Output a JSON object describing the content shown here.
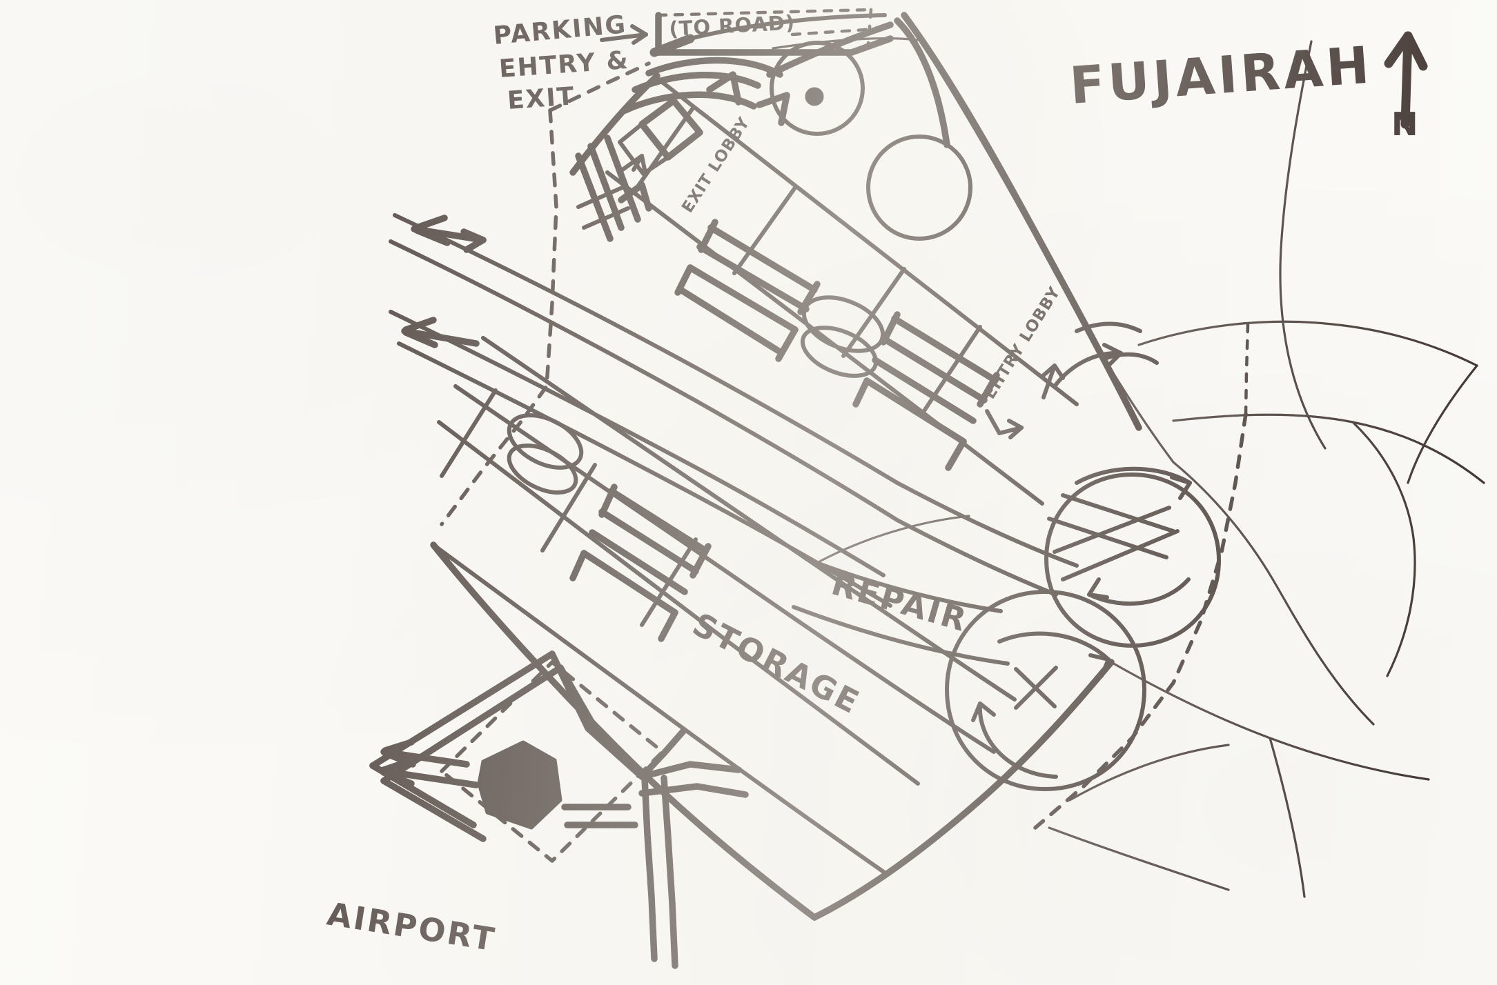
{
  "sheet": {
    "kind": "hand-drawn architectural site plan sketch",
    "ink_color": "#3a2e2a",
    "paper_color": "#fbfaf7"
  },
  "title": {
    "text": "FUJAIRAH"
  },
  "compass": {
    "label": "N",
    "direction": "up"
  },
  "annotations": {
    "parking_entry_exit": "PARKING\nEHTRY &\nEXIT",
    "parking_line1": "PARKING",
    "parking_line2": "EHTRY &",
    "parking_line3": "EXIT",
    "to_road": "(TO ROAD)",
    "exit_lobby": "EXIT LOBBY",
    "entry_lobby": "EHTRY LOBBY",
    "repair": "REPAIR",
    "storage": "STORAGE",
    "airport": "AIRPORT"
  },
  "features": {
    "roundabout_upper": "circulation roundabout with crossing hatch",
    "roundabout_lower": "circulation roundabout with cross mark",
    "parking_bays": "hatched parking bay blocks",
    "planters": "oval planter islands",
    "site_boundary": "dashed property line",
    "airport_parcel": "dashed airport parcel with solid terminal building"
  }
}
